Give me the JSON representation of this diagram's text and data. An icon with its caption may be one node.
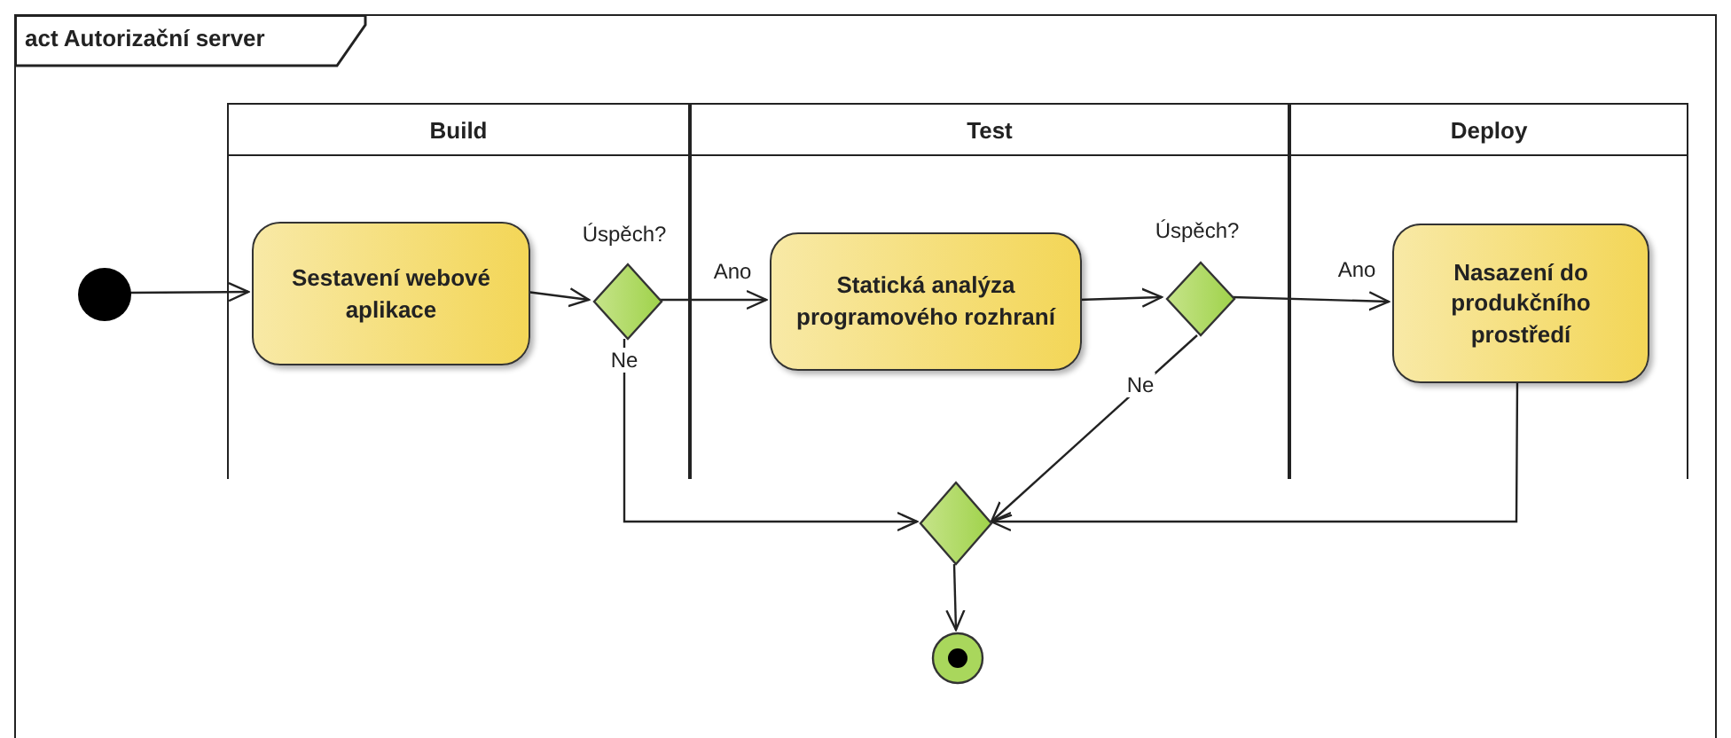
{
  "diagram": {
    "nodes": [
      {
        "text": [
          "act Autorizační server"
        ]
      },
      {
        "text": [
          "Build"
        ],
        "in": 0
      },
      {
        "text": [
          "Test"
        ],
        "in": 0
      },
      {
        "text": [
          "Deploy"
        ],
        "in": 0
      },
      {
        "text": [],
        "shape": "circle",
        "in": 0
      },
      {
        "text": [
          "Sestavení webové aplikace"
        ],
        "in": 1
      },
      {
        "text": [],
        "shape": "diamond",
        "in": 1,
        "beside": [
          "Úspěch?"
        ]
      },
      {
        "text": [
          "Statická analýza programového rozhraní"
        ],
        "in": 2
      },
      {
        "text": [],
        "shape": "diamond",
        "in": 2,
        "beside": [
          "Úspěch?"
        ]
      },
      {
        "text": [
          "Nasazení do produkčního prostředí"
        ],
        "in": 3
      },
      {
        "text": [],
        "shape": "diamond",
        "in": 0
      },
      {
        "text": [],
        "shape": "circle",
        "in": 0
      }
    ],
    "edges": [
      {
        "from": 4,
        "to": 5,
        "arrow": "to"
      },
      {
        "from": 5,
        "to": 6,
        "arrow": "to"
      },
      {
        "from": 6,
        "to": 7,
        "arrow": "to",
        "label": "Ano"
      },
      {
        "from": 6,
        "to": 10,
        "arrow": "to",
        "label": "Ne"
      },
      {
        "from": 7,
        "to": 8,
        "arrow": "to"
      },
      {
        "from": 8,
        "to": 9,
        "arrow": "to",
        "label": "Ano"
      },
      {
        "from": 8,
        "to": 10,
        "arrow": "to",
        "label": "Ne"
      },
      {
        "from": 9,
        "to": 10,
        "arrow": "to"
      },
      {
        "from": 10,
        "to": 11,
        "arrow": "to"
      }
    ]
  }
}
